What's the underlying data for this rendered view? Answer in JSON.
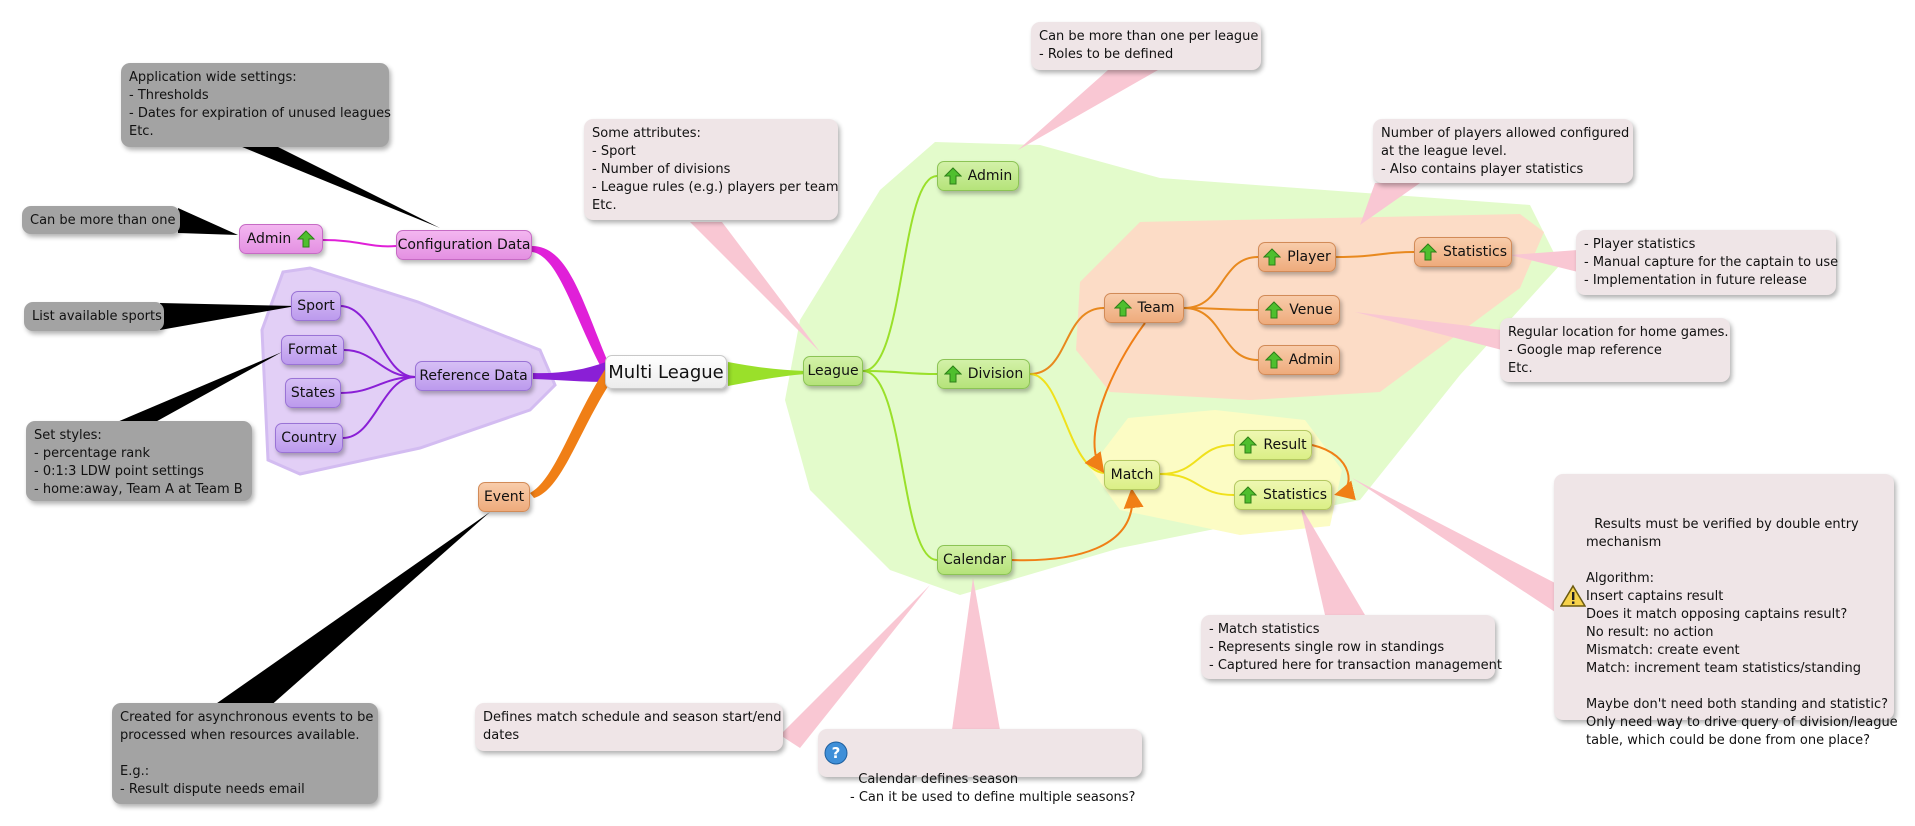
{
  "diagram": {
    "root": "Multi League",
    "branches": {
      "configuration_data": "Configuration Data",
      "config_admin": "Admin",
      "reference_data": "Reference Data",
      "sport": "Sport",
      "format": "Format",
      "states": "States",
      "country": "Country",
      "event": "Event",
      "league": "League",
      "admin": "Admin",
      "division": "Division",
      "team": "Team",
      "player": "Player",
      "player_statistics": "Statistics",
      "venue": "Venue",
      "team_admin": "Admin",
      "match": "Match",
      "result": "Result",
      "match_statistics": "Statistics",
      "calendar": "Calendar"
    },
    "notes": {
      "app_settings": "Application wide settings:\n- Thresholds\n- Dates for expiration of unused leagues\nEtc.",
      "more_than_one": "Can be more than one",
      "list_sports": "List available sports",
      "set_styles": "Set styles:\n- percentage rank\n- 0:1:3 LDW point settings\n- home:away, Team A at Team B",
      "event_note": "Created for asynchronous events to be\nprocessed when resources available.\n\nE.g.:\n- Result dispute needs email",
      "league_attributes": "Some attributes:\n- Sport\n- Number of divisions\n- League rules (e.g.) players per team\nEtc.",
      "admin_note": "Can be more than one per league\n- Roles to be defined",
      "players_note": "Number of players allowed configured\nat the league level.\n- Also contains player statistics",
      "player_stats_note": "- Player statistics\n- Manual capture for the captain to use\n- Implementation in future release",
      "venue_note": "Regular location for home games.\n- Google map reference\nEtc.",
      "results_note": "Results must be verified by double entry\nmechanism\n\nAlgorithm:\nInsert captains result\nDoes it match opposing captains result?\nNo result: no action\nMismatch: create event\nMatch: increment team statistics/standing\n\nMaybe don't need both standing and statistic?\nOnly need way to drive query of division/league\ntable, which could be done from one place?",
      "match_stats_note": "- Match statistics\n- Represents single row in standings\n- Captured here for transaction management",
      "schedule_note": "Defines match schedule and season start/end\ndates",
      "calendar_note": "Calendar defines season\n- Can it be used to define multiple seasons?"
    },
    "colors": {
      "config": "#e020d8",
      "reference": "#8a1fd6",
      "event": "#f07f16",
      "league": "#9ae02a",
      "team": "#e8891e",
      "match": "#f0e11c",
      "note_gray": "#a3a3a3",
      "note_rose": "#efe5e7"
    },
    "icons": {
      "priority": "green-up-arrow-icon",
      "warning": "warning-icon",
      "question": "question-icon"
    }
  }
}
